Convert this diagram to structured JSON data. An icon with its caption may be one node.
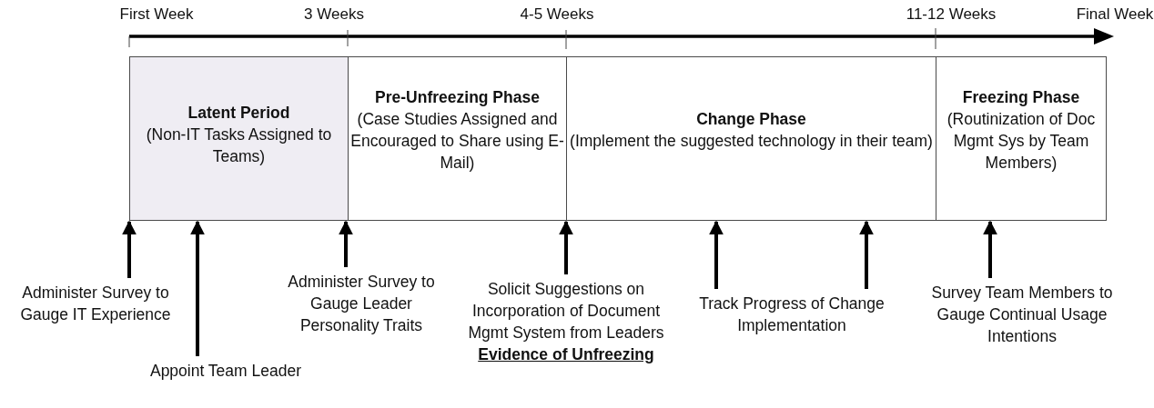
{
  "diagram": {
    "nodes": [
      {
        "text": [
          "Latent Period",
          "(Non-IT Tasks Assigned to Teams)"
        ]
      },
      {
        "text": [
          "Pre-Unfreezing Phase",
          "(Case Studies Assigned and Encouraged to Share using E-Mail)"
        ]
      },
      {
        "text": [
          "Change Phase",
          "(Implement the suggested technology in their team)"
        ]
      },
      {
        "text": [
          "Freezing Phase",
          "(Routinization of Doc Mgmt Sys by Team Members)"
        ]
      },
      {
        "text": [
          "Administer Survey to Gauge IT Experience"
        ]
      },
      {
        "text": [
          "Appoint Team Leader"
        ]
      },
      {
        "text": [
          "Administer Survey to Gauge Leader Personality Traits"
        ]
      },
      {
        "text": [
          "Solicit Suggestions on Incorporation of Document Mgmt System from Leaders",
          "Evidence of Unfreezing"
        ]
      },
      {
        "text": [
          "Track Progress of Change Implementation"
        ]
      },
      {
        "text": [
          "Survey Team Members to Gauge Continual Usage Intentions"
        ]
      }
    ],
    "edges": [
      {
        "from": 4,
        "to": 0,
        "arrow": "to"
      },
      {
        "from": 5,
        "to": 0,
        "arrow": "to"
      },
      {
        "from": 6,
        "to": 1,
        "arrow": "to"
      },
      {
        "from": 7,
        "to": 2,
        "arrow": "to"
      },
      {
        "from": 8,
        "to": 2,
        "arrow": "to"
      },
      {
        "from": 8,
        "to": 2,
        "arrow": "to"
      },
      {
        "from": 9,
        "to": 3,
        "arrow": "to"
      }
    ],
    "labels": [
      "First Week",
      "3 Weeks",
      "4-5 Weeks",
      "11-12 Weeks",
      "Final Week"
    ]
  }
}
